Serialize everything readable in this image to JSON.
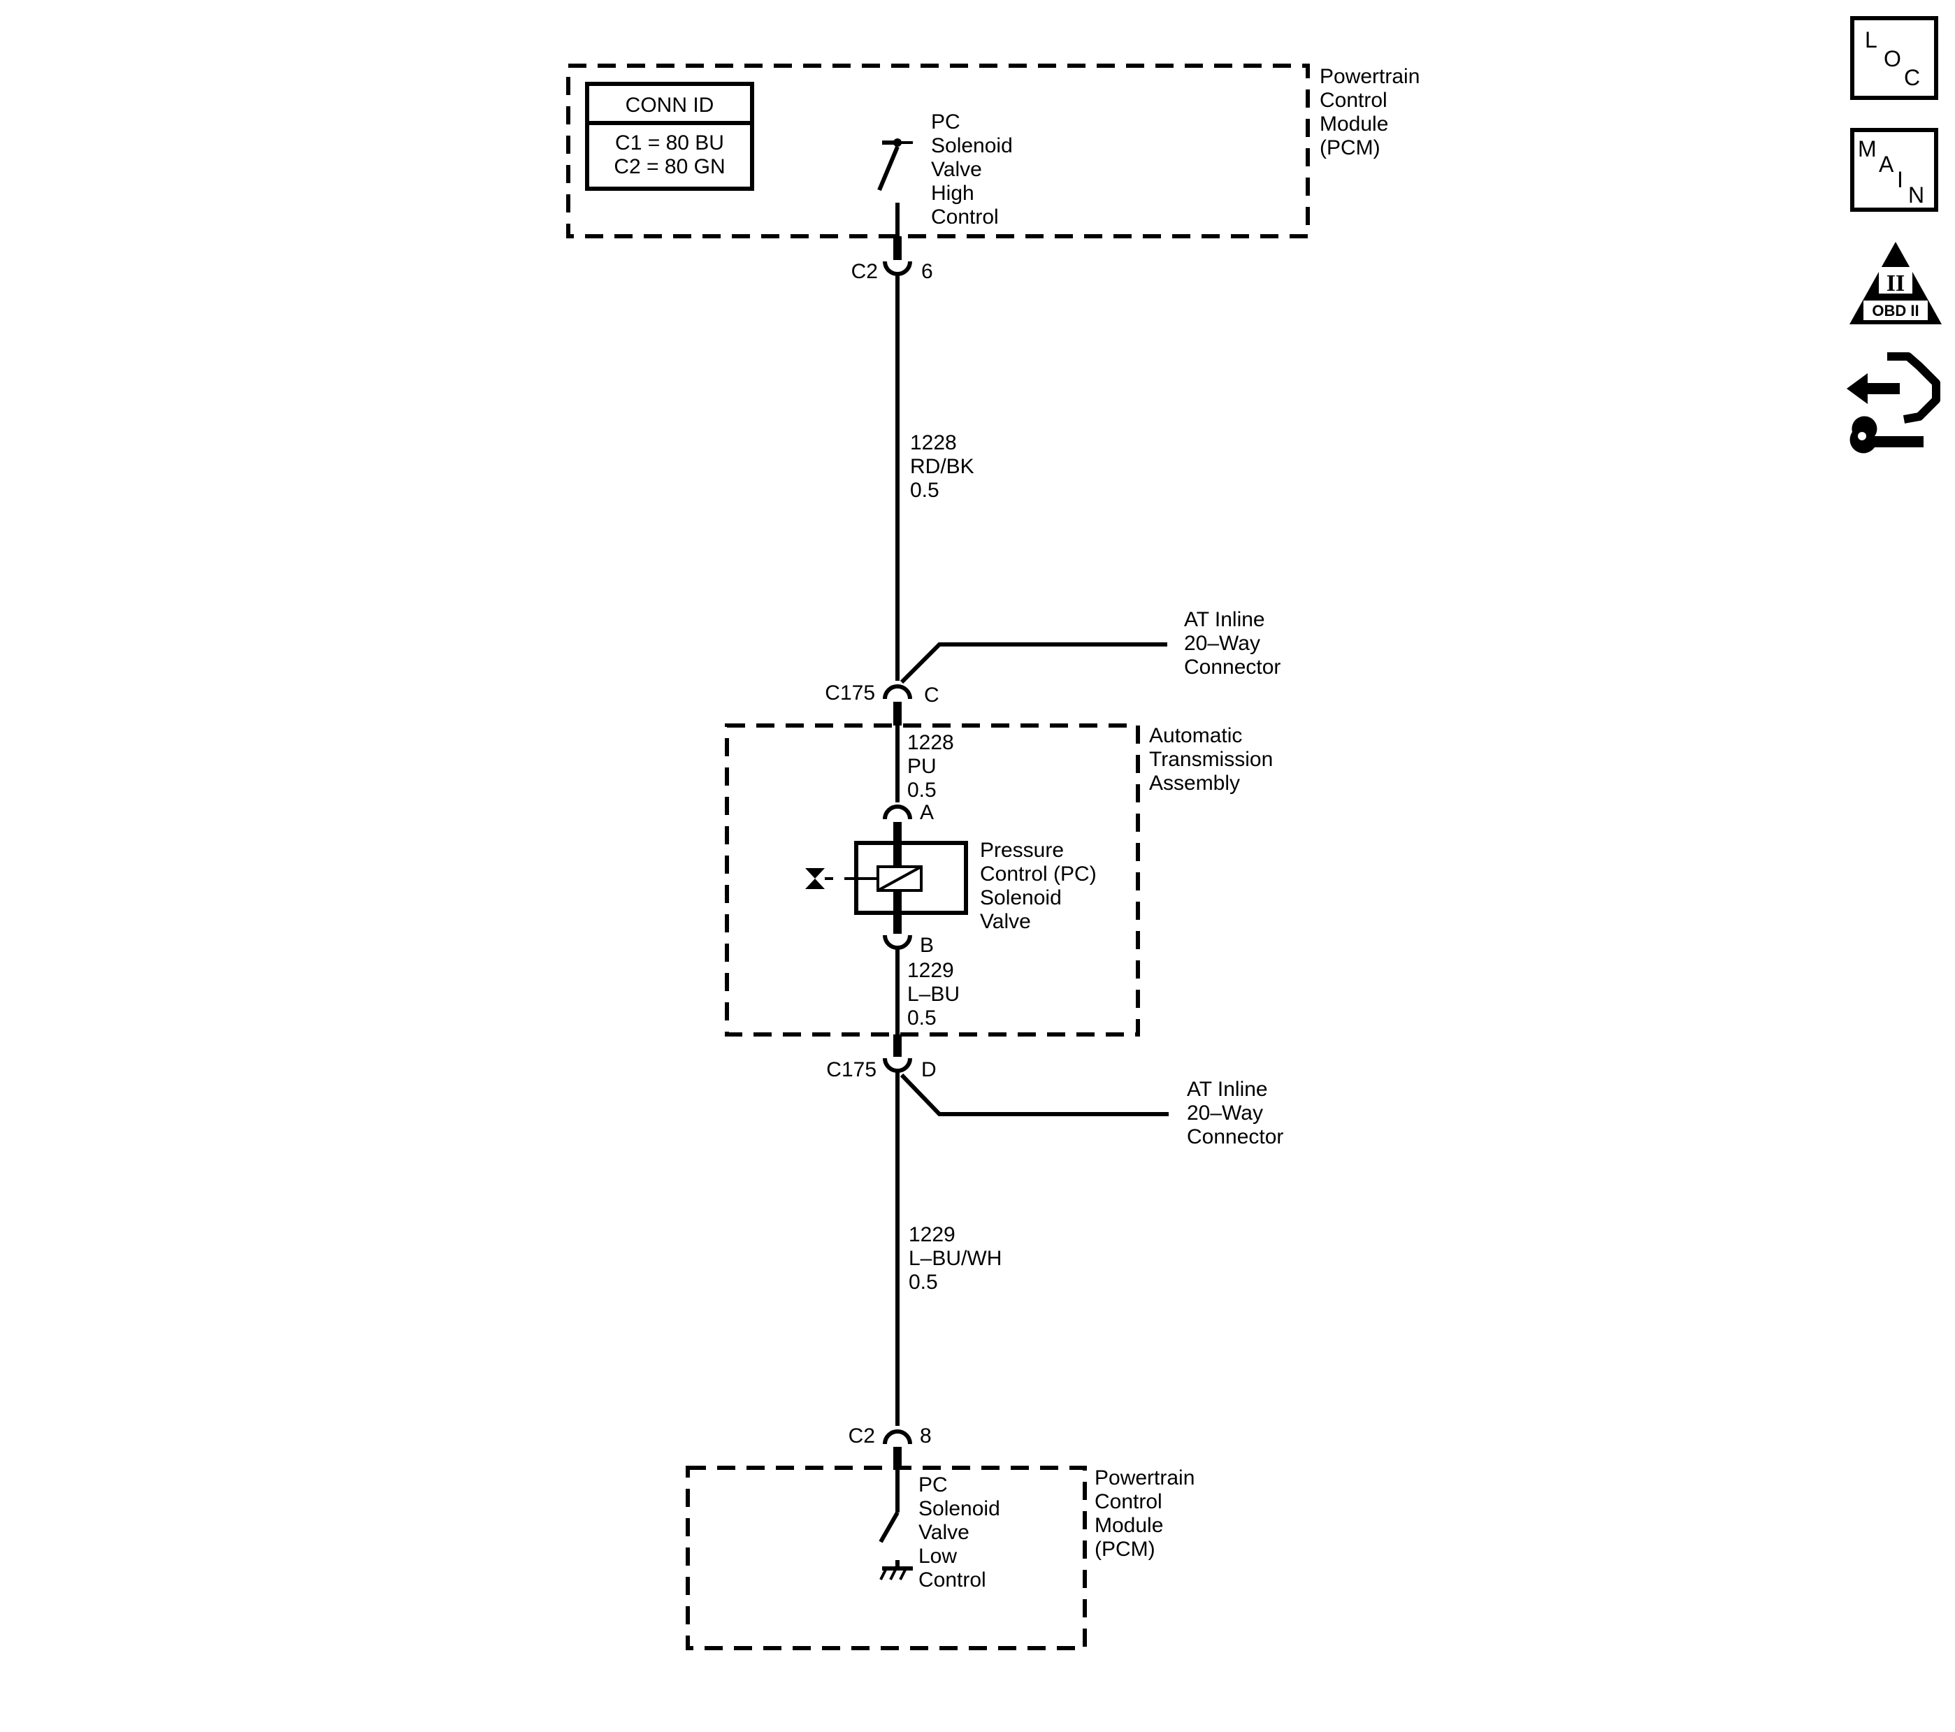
{
  "pcm_top": {
    "label": [
      "Powertrain",
      "Control",
      "Module",
      "(PCM)"
    ],
    "conn_id": {
      "title": "CONN ID",
      "rows": [
        "C1 = 80 BU",
        "C2 = 80 GN"
      ]
    },
    "switch_label": [
      "PC",
      "Solenoid",
      "Valve",
      "High",
      "Control"
    ]
  },
  "terminal_top": {
    "connector": "C2",
    "pin": "6"
  },
  "wire_top": {
    "circuit": "1228",
    "color": "RD/BK",
    "size": "0.5"
  },
  "inline_c": {
    "connector": "C175",
    "pin": "C",
    "label": [
      "AT Inline",
      "20–Way",
      "Connector"
    ]
  },
  "transmission": {
    "label": [
      "Automatic",
      "Transmission",
      "Assembly"
    ],
    "wire_in": {
      "circuit": "1228",
      "color": "PU",
      "size": "0.5"
    },
    "pin_a": "A",
    "solenoid_label": [
      "Pressure",
      "Control (PC)",
      "Solenoid",
      "Valve"
    ],
    "pin_b": "B",
    "wire_out": {
      "circuit": "1229",
      "color": "L–BU",
      "size": "0.5"
    }
  },
  "inline_d": {
    "connector": "C175",
    "pin": "D",
    "label": [
      "AT Inline",
      "20–Way",
      "Connector"
    ]
  },
  "wire_bottom": {
    "circuit": "1229",
    "color": "L–BU/WH",
    "size": "0.5"
  },
  "terminal_bottom": {
    "connector": "C2",
    "pin": "8"
  },
  "pcm_bottom": {
    "label": [
      "Powertrain",
      "Control",
      "Module",
      "(PCM)"
    ],
    "switch_label": [
      "PC",
      "Solenoid",
      "Valve",
      "Low",
      "Control"
    ]
  },
  "sidebar": {
    "loc": {
      "letters": [
        "L",
        "O",
        "C"
      ],
      "icon": "location-icon"
    },
    "main": {
      "letters": [
        "M",
        "A",
        "I",
        "N"
      ],
      "icon": "main-index-icon"
    },
    "obd": {
      "numeral": "II",
      "text": "OBD II",
      "icon": "obd-ii-warning-icon"
    },
    "nav": {
      "icon": "navigate-repair-icon"
    }
  }
}
